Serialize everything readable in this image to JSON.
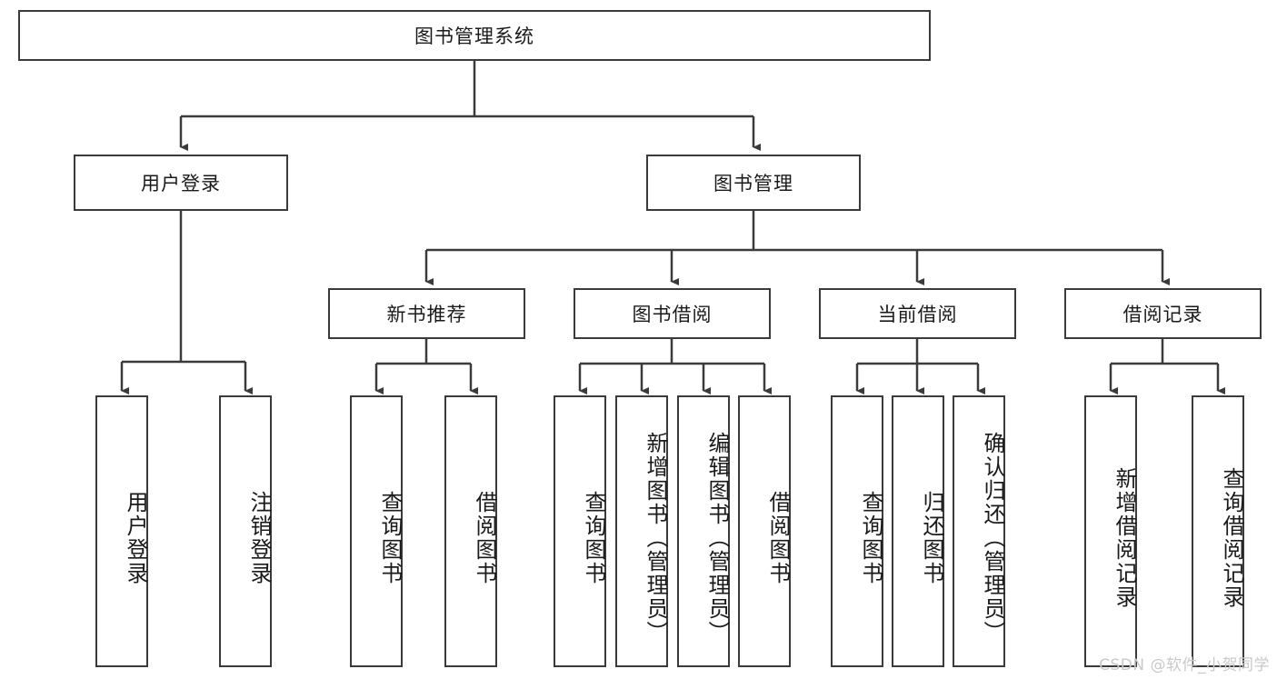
{
  "diagram": {
    "title_node": {
      "label": "图书管理系统"
    },
    "level2": [
      {
        "id": "user-login",
        "label": "用户登录"
      },
      {
        "id": "book-management",
        "label": "图书管理"
      }
    ],
    "level3": [
      {
        "id": "new-book-recommend",
        "label": "新书推荐"
      },
      {
        "id": "book-borrow",
        "label": "图书借阅"
      },
      {
        "id": "current-borrow",
        "label": "当前借阅"
      },
      {
        "id": "borrow-record",
        "label": "借阅记录"
      }
    ],
    "leaves": {
      "user_login": [
        {
          "id": "leaf-user-login",
          "label": "用户登录"
        },
        {
          "id": "leaf-logout-login",
          "label": "注销登录"
        }
      ],
      "new_book_recommend": [
        {
          "id": "leaf-query-book-1",
          "label": "查询图书"
        },
        {
          "id": "leaf-borrow-book-1",
          "label": "借阅图书"
        }
      ],
      "book_borrow": [
        {
          "id": "leaf-query-book-2",
          "label": "查询图书"
        },
        {
          "id": "leaf-add-book",
          "label": "新增图书（管理员）"
        },
        {
          "id": "leaf-edit-book",
          "label": "编辑图书（管理员）"
        },
        {
          "id": "leaf-borrow-book-2",
          "label": "借阅图书"
        }
      ],
      "current_borrow": [
        {
          "id": "leaf-query-book-3",
          "label": "查询图书"
        },
        {
          "id": "leaf-return-book",
          "label": "归还图书"
        },
        {
          "id": "leaf-confirm-return",
          "label": "确认归还（管理员）"
        }
      ],
      "borrow_record": [
        {
          "id": "leaf-add-borrow-record",
          "label": "新增借阅记录"
        },
        {
          "id": "leaf-query-borrow-record",
          "label": "查询借阅记录"
        }
      ]
    },
    "watermark": "CSDN @软件_小贺同学",
    "colors": {
      "stroke": "#3b3b3b",
      "fill": "#ffffff",
      "text": "#1a1a1a",
      "watermark": "#c9c9c9"
    }
  }
}
